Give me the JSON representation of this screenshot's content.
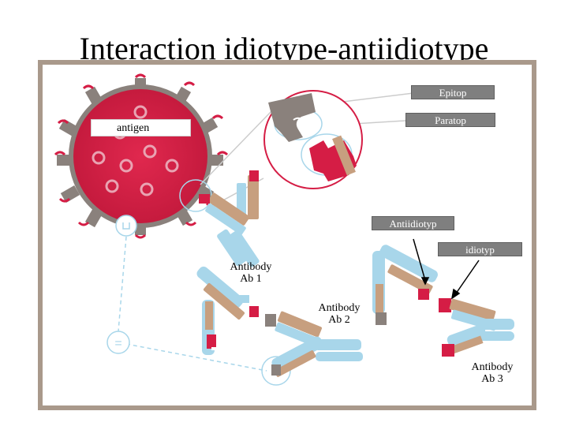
{
  "title": "Interaction idiotype-antiidiotype",
  "labels": {
    "epitop": "Epitop",
    "paratop": "Paratop",
    "antigen": "antigen",
    "antiidiotyp": "Antiidiotyp",
    "idiotyp": "idiotyp",
    "ab1_line1": "Antibody",
    "ab1_line2": "Ab 1",
    "ab2_line1": "Antibody",
    "ab2_line2": "Ab 2",
    "ab3_line1": "Antibody",
    "ab3_line2": "Ab 3"
  },
  "colors": {
    "antigen_red": "#d51d45",
    "spike_gray": "#8a817c",
    "antibody_blue": "#a8d6ea",
    "antibody_tan": "#c79f7f",
    "frame": "#a9998b",
    "dashed_line": "#a8d6ea"
  }
}
